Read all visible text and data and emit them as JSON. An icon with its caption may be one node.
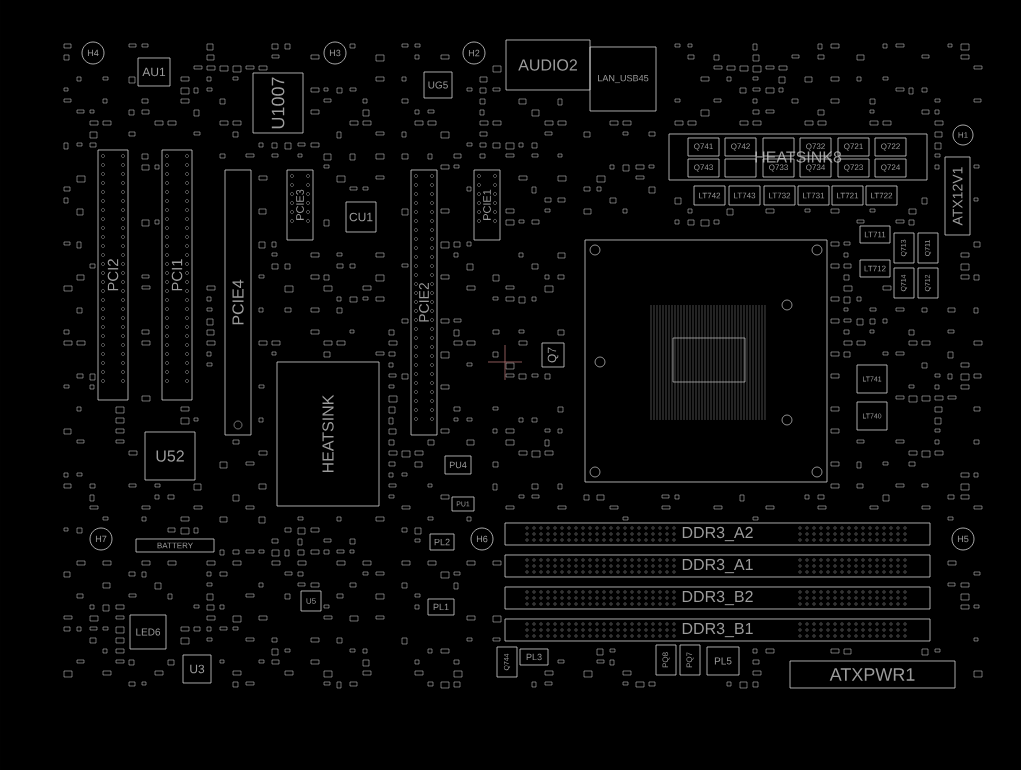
{
  "diagram": {
    "nodes": [
      {
        "text": [
          "H4"
        ]
      },
      {
        "text": [
          "AU1"
        ]
      },
      {
        "text": [
          "U1007"
        ]
      },
      {
        "text": [
          "H3"
        ]
      },
      {
        "text": [
          "UG5"
        ]
      },
      {
        "text": [
          "H2"
        ]
      },
      {
        "text": [
          "AUDIO2"
        ]
      },
      {
        "text": [
          "LAN_USB45"
        ]
      },
      {
        "text": [
          "HEATSINK8"
        ]
      },
      {
        "text": [
          "Q741"
        ],
        "in": 8
      },
      {
        "text": [
          "Q742"
        ],
        "in": 8
      },
      {
        "text": [],
        "shape": "box",
        "in": 8
      },
      {
        "text": [
          "Q732"
        ],
        "in": 8
      },
      {
        "text": [
          "Q721"
        ],
        "in": 8
      },
      {
        "text": [
          "Q722"
        ],
        "in": 8
      },
      {
        "text": [
          "Q743"
        ],
        "in": 8
      },
      {
        "text": [],
        "shape": "box",
        "in": 8
      },
      {
        "text": [
          "Q733"
        ],
        "in": 8
      },
      {
        "text": [
          "Q734"
        ],
        "in": 8
      },
      {
        "text": [
          "Q723"
        ],
        "in": 8
      },
      {
        "text": [
          "Q724"
        ],
        "in": 8
      },
      {
        "text": [
          "H1"
        ]
      },
      {
        "text": [
          "LT742"
        ]
      },
      {
        "text": [
          "LT743"
        ]
      },
      {
        "text": [
          "LT732"
        ]
      },
      {
        "text": [
          "LT731"
        ]
      },
      {
        "text": [
          "LT721"
        ]
      },
      {
        "text": [
          "LT722"
        ]
      },
      {
        "text": [
          "ATX12V1"
        ]
      },
      {
        "text": [
          "PCI2"
        ]
      },
      {
        "text": [
          "PCI1"
        ]
      },
      {
        "text": [
          "PCIE4"
        ]
      },
      {
        "text": [
          "PCIE3"
        ]
      },
      {
        "text": [
          "CU1"
        ]
      },
      {
        "text": [
          "PCIE2"
        ]
      },
      {
        "text": [
          "PCIE1"
        ]
      },
      {
        "text": [
          "LT711"
        ]
      },
      {
        "text": [
          "Q713"
        ]
      },
      {
        "text": [
          "Q711"
        ]
      },
      {
        "text": [
          "LT712"
        ]
      },
      {
        "text": [
          "Q714"
        ]
      },
      {
        "text": [
          "Q712"
        ]
      },
      {
        "text": [],
        "shape": "box"
      },
      {
        "text": [
          "Q7"
        ]
      },
      {
        "text": [
          "HEATSINK"
        ]
      },
      {
        "text": [
          "LT741"
        ]
      },
      {
        "text": [
          "LT740"
        ]
      },
      {
        "text": [
          "U52"
        ]
      },
      {
        "text": [
          "PU4"
        ]
      },
      {
        "text": [
          "PU1"
        ]
      },
      {
        "text": [
          "H7"
        ]
      },
      {
        "text": [
          "BATTERY"
        ]
      },
      {
        "text": [
          "PL2"
        ]
      },
      {
        "text": [
          "H6"
        ]
      },
      {
        "text": [
          "H5"
        ]
      },
      {
        "text": [
          "DDR3_A2"
        ]
      },
      {
        "text": [
          "DDR3_A1"
        ]
      },
      {
        "text": [
          "DDR3_B2"
        ]
      },
      {
        "text": [
          "DDR3_B1"
        ]
      },
      {
        "text": [
          "U5"
        ]
      },
      {
        "text": [
          "PL1"
        ]
      },
      {
        "text": [
          "LED6"
        ]
      },
      {
        "text": [
          "U3"
        ]
      },
      {
        "text": [
          "Q744"
        ]
      },
      {
        "text": [
          "PL3"
        ]
      },
      {
        "text": [
          "PQ8"
        ]
      },
      {
        "text": [
          "PQ7"
        ]
      },
      {
        "text": [
          "PL5"
        ]
      },
      {
        "text": [
          "ATXPWR1"
        ]
      }
    ]
  }
}
